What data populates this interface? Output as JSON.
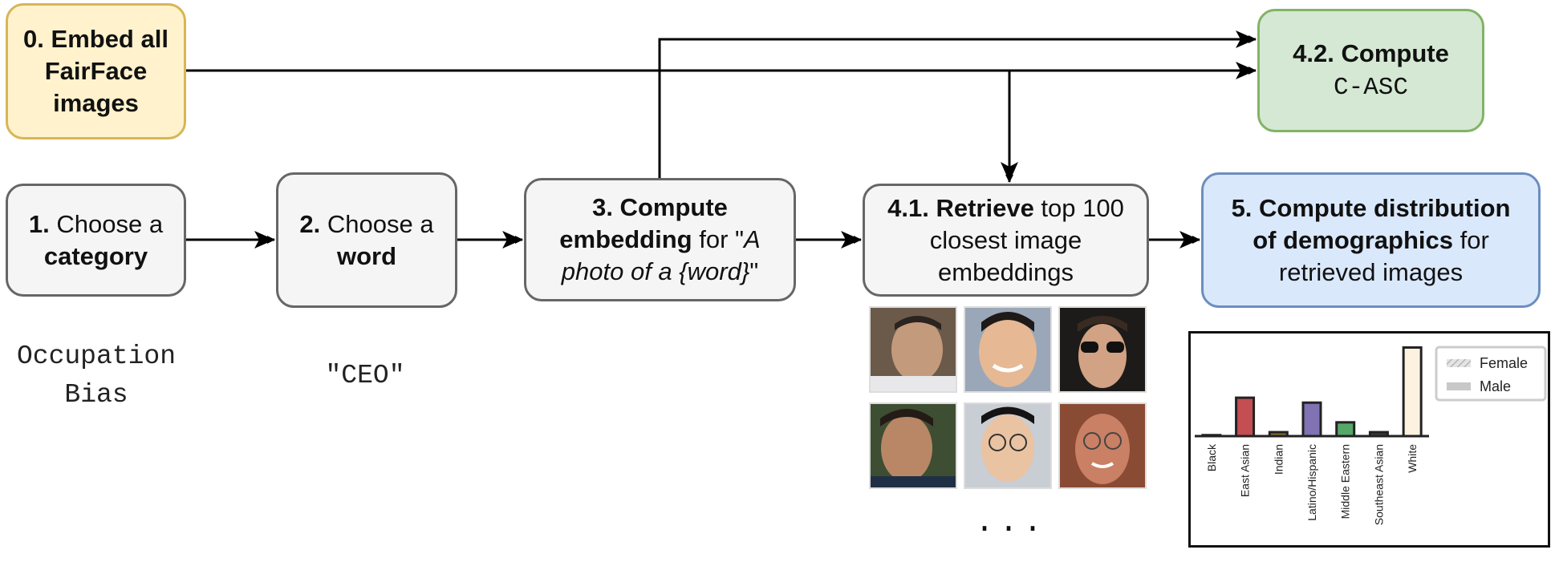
{
  "steps": {
    "s0": {
      "line1": "0. Embed all",
      "line2": "FairFace",
      "line3": "images"
    },
    "s1": {
      "num": "1.",
      "text": " Choose a",
      "bold": "category"
    },
    "s2": {
      "num": "2.",
      "text": " Choose a",
      "bold": "word"
    },
    "s3": {
      "bold1": "3. Compute",
      "bold2": "embedding",
      "text1": " for \"",
      "ital1": "A",
      "ital2": "photo of a {word}",
      "text2": "\""
    },
    "s41": {
      "bold": "4.1. Retrieve",
      "text1": " top 100",
      "text2": "closest image",
      "text3": "embeddings"
    },
    "s42": {
      "bold": "4.2. Compute",
      "mono": "C-ASC"
    },
    "s5": {
      "bold1": "5. Compute distribution",
      "bold2": "of demographics",
      "text1": " for",
      "text2": "retrieved images"
    }
  },
  "examples": {
    "category_line1": "Occupation",
    "category_line2": "Bias",
    "word": "\"CEO\""
  },
  "ellipsis": "...",
  "chart_data": {
    "type": "bar",
    "categories": [
      "Black",
      "East Asian",
      "Indian",
      "Latino/Hispanic",
      "Middle Eastern",
      "Southeast Asian",
      "White"
    ],
    "series": [
      {
        "name": "Female",
        "values": [
          0,
          0,
          0,
          0,
          0,
          0,
          0
        ]
      },
      {
        "name": "Male",
        "values": [
          1,
          39,
          4,
          34,
          14,
          4,
          90
        ]
      }
    ],
    "bar_colors": [
      "#1f3a6b",
      "#c44e52",
      "#8c6d31",
      "#8172b3",
      "#55a868",
      "#3b3b3b",
      "#fdf2e0"
    ],
    "ylim": [
      0,
      92
    ],
    "legend_position": "top-right",
    "title": "",
    "xlabel": "",
    "ylabel": ""
  },
  "colors": {
    "box_gray": "#f5f5f5",
    "box_yellow": "#fff2cc",
    "box_green": "#d5e8d4",
    "box_blue": "#dae8fc"
  }
}
